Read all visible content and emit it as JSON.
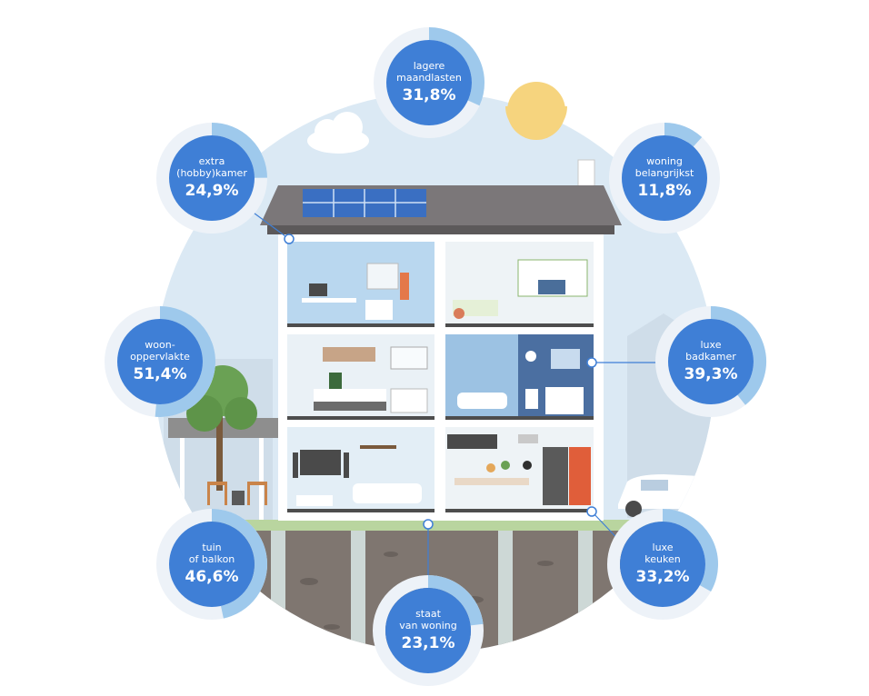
{
  "theme": {
    "accent": "#3f7fd6",
    "ring_track": "#edf2f8",
    "ring_fill": "#9ec9ec",
    "sky": "#dbe9f4",
    "sun": "#f6d47e",
    "roof": "#7b7779",
    "soil": "#7f7670",
    "grass": "#b9d59f"
  },
  "stats": [
    {
      "id": "maandlasten",
      "label": "lagere\nmaandlasten",
      "value": "31,8%",
      "fraction": 0.318
    },
    {
      "id": "hobbykamer",
      "label": "extra\n(hobby)kamer",
      "value": "24,9%",
      "fraction": 0.249
    },
    {
      "id": "belangrijkst",
      "label": "woning\nbelangrijkst",
      "value": "11,8%",
      "fraction": 0.118
    },
    {
      "id": "woonoppervlakte",
      "label": "woon-\noppervlakte",
      "value": "51,4%",
      "fraction": 0.514
    },
    {
      "id": "badkamer",
      "label": "luxe\nbadkamer",
      "value": "39,3%",
      "fraction": 0.393
    },
    {
      "id": "tuin",
      "label": "tuin\nof balkon",
      "value": "46,6%",
      "fraction": 0.466
    },
    {
      "id": "keuken",
      "label": "luxe\nkeuken",
      "value": "33,2%",
      "fraction": 0.332
    },
    {
      "id": "staat",
      "label": "staat\nvan woning",
      "value": "23,1%",
      "fraction": 0.231
    }
  ]
}
